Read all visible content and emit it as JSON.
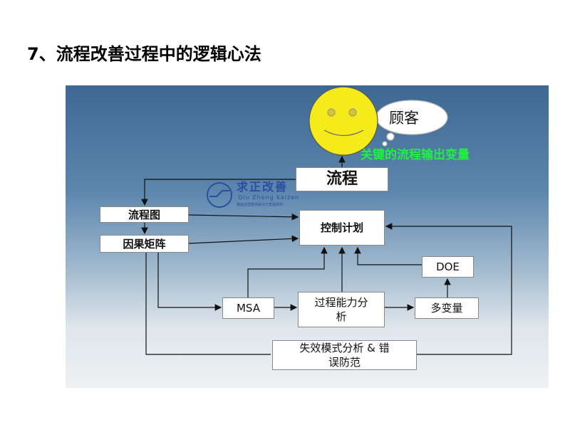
{
  "title": "7、流程改善过程中的逻辑心法",
  "diagram": {
    "customer": "顾客",
    "kpov": "关键的流程输出变量",
    "process": "流程",
    "process_map": "流程图",
    "ce_matrix": "因果矩阵",
    "control_plan": "控制计划",
    "doe": "DOE",
    "msa": "MSA",
    "capability": "过程能力分析",
    "multivari": "多变量",
    "fmea": "失效模式分析 & 错误防范"
  },
  "watermark": {
    "name": "求正改善",
    "pinyin": "Qiu Zheng kaizen",
    "slogan": "精益运营整体解决方案提供商"
  },
  "colors": {
    "kpov": "#22ee44",
    "smiley": "#f5ea1a"
  }
}
